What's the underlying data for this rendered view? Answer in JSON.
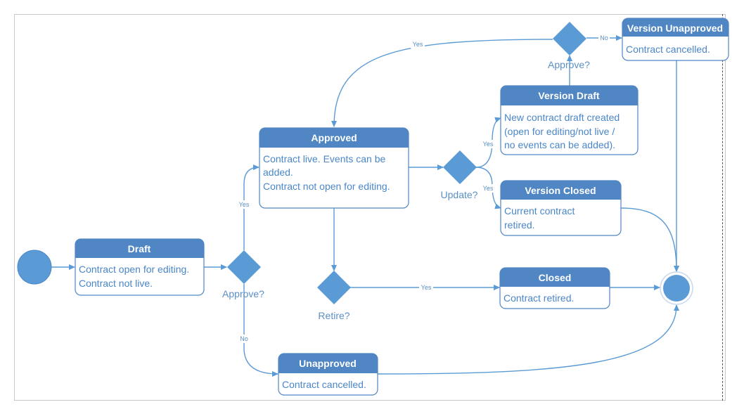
{
  "colors": {
    "accent": "#5b9bd5",
    "title_fill": "#4f86c3",
    "body_text": "#4a86c8",
    "diamond": "#5b9bd5",
    "label": "#5b8fc7"
  },
  "nodes": {
    "draft": {
      "title": "Draft",
      "lines": [
        "Contract open for editing.",
        "Contract not live."
      ]
    },
    "approved": {
      "title": "Approved",
      "lines": [
        "Contract live. Events can be",
        "added.",
        "Contract not open for editing."
      ]
    },
    "version_draft": {
      "title": "Version Draft",
      "lines": [
        "New contract draft created",
        "(open for editing/not live /",
        "no events can be added)."
      ]
    },
    "version_closed": {
      "title": "Version Closed",
      "lines": [
        "Current contract",
        "retired."
      ]
    },
    "closed": {
      "title": "Closed",
      "lines": [
        "Contract retired."
      ]
    },
    "unapproved": {
      "title": "Unapproved",
      "lines": [
        "Contract cancelled."
      ]
    },
    "version_unapproved": {
      "title": "Version Unapproved",
      "lines": [
        "Contract cancelled."
      ]
    }
  },
  "decisions": {
    "approve": "Approve?",
    "update": "Update?",
    "retire": "Retire?",
    "approve_version": "Approve?"
  },
  "edge_labels": {
    "approve_yes": "Yes",
    "approve_no": "No",
    "update_yes_draft": "Yes",
    "update_yes_closed": "Yes",
    "retire_yes": "Yes",
    "version_yes": "Yes",
    "version_no": "No"
  }
}
